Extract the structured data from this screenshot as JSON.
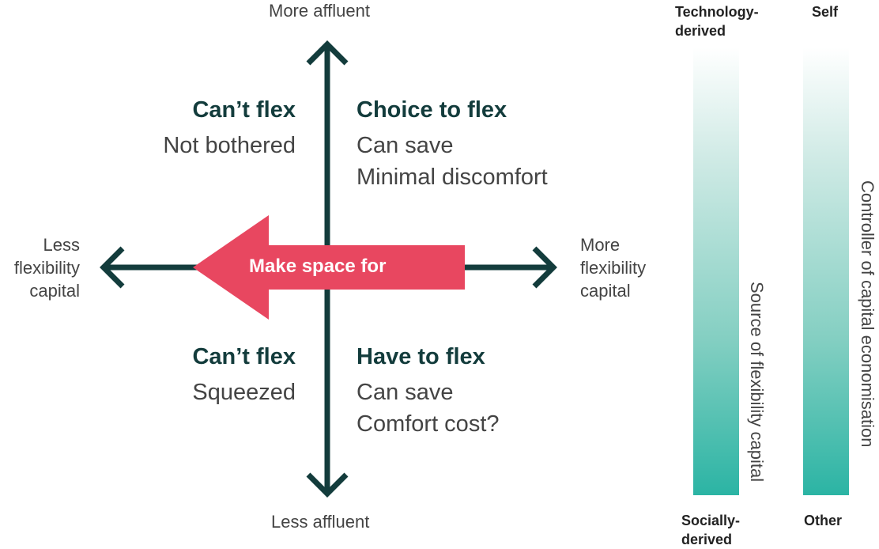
{
  "axes": {
    "top": "More affluent",
    "bottom": "Less affluent",
    "left": [
      "Less",
      "flexibility",
      "capital"
    ],
    "right": [
      "More",
      "flexibility",
      "capital"
    ]
  },
  "quadrants": {
    "top_left": {
      "heading": "Can’t flex",
      "lines": [
        "Not bothered"
      ]
    },
    "top_right": {
      "heading": "Choice to flex",
      "lines": [
        "Can save",
        "Minimal discomfort"
      ]
    },
    "bottom_left": {
      "heading": "Can’t flex",
      "lines": [
        "Squeezed"
      ]
    },
    "bottom_right": {
      "heading": "Have to flex",
      "lines": [
        "Can save",
        "Comfort cost?"
      ]
    }
  },
  "banner": {
    "label": "Make space for",
    "color": "#e84760"
  },
  "scales": [
    {
      "top": [
        "Technology-",
        "derived"
      ],
      "bottom": [
        "Socially-",
        "derived"
      ],
      "title": "Source of flexibility capital"
    },
    {
      "top": [
        "Self"
      ],
      "bottom": [
        "Other"
      ],
      "title": "Controller of capital economisation"
    }
  ],
  "colors": {
    "arrow": "#133c3c",
    "bar_bottom": "#2bb4a4",
    "bar_top": "#ffffff"
  }
}
